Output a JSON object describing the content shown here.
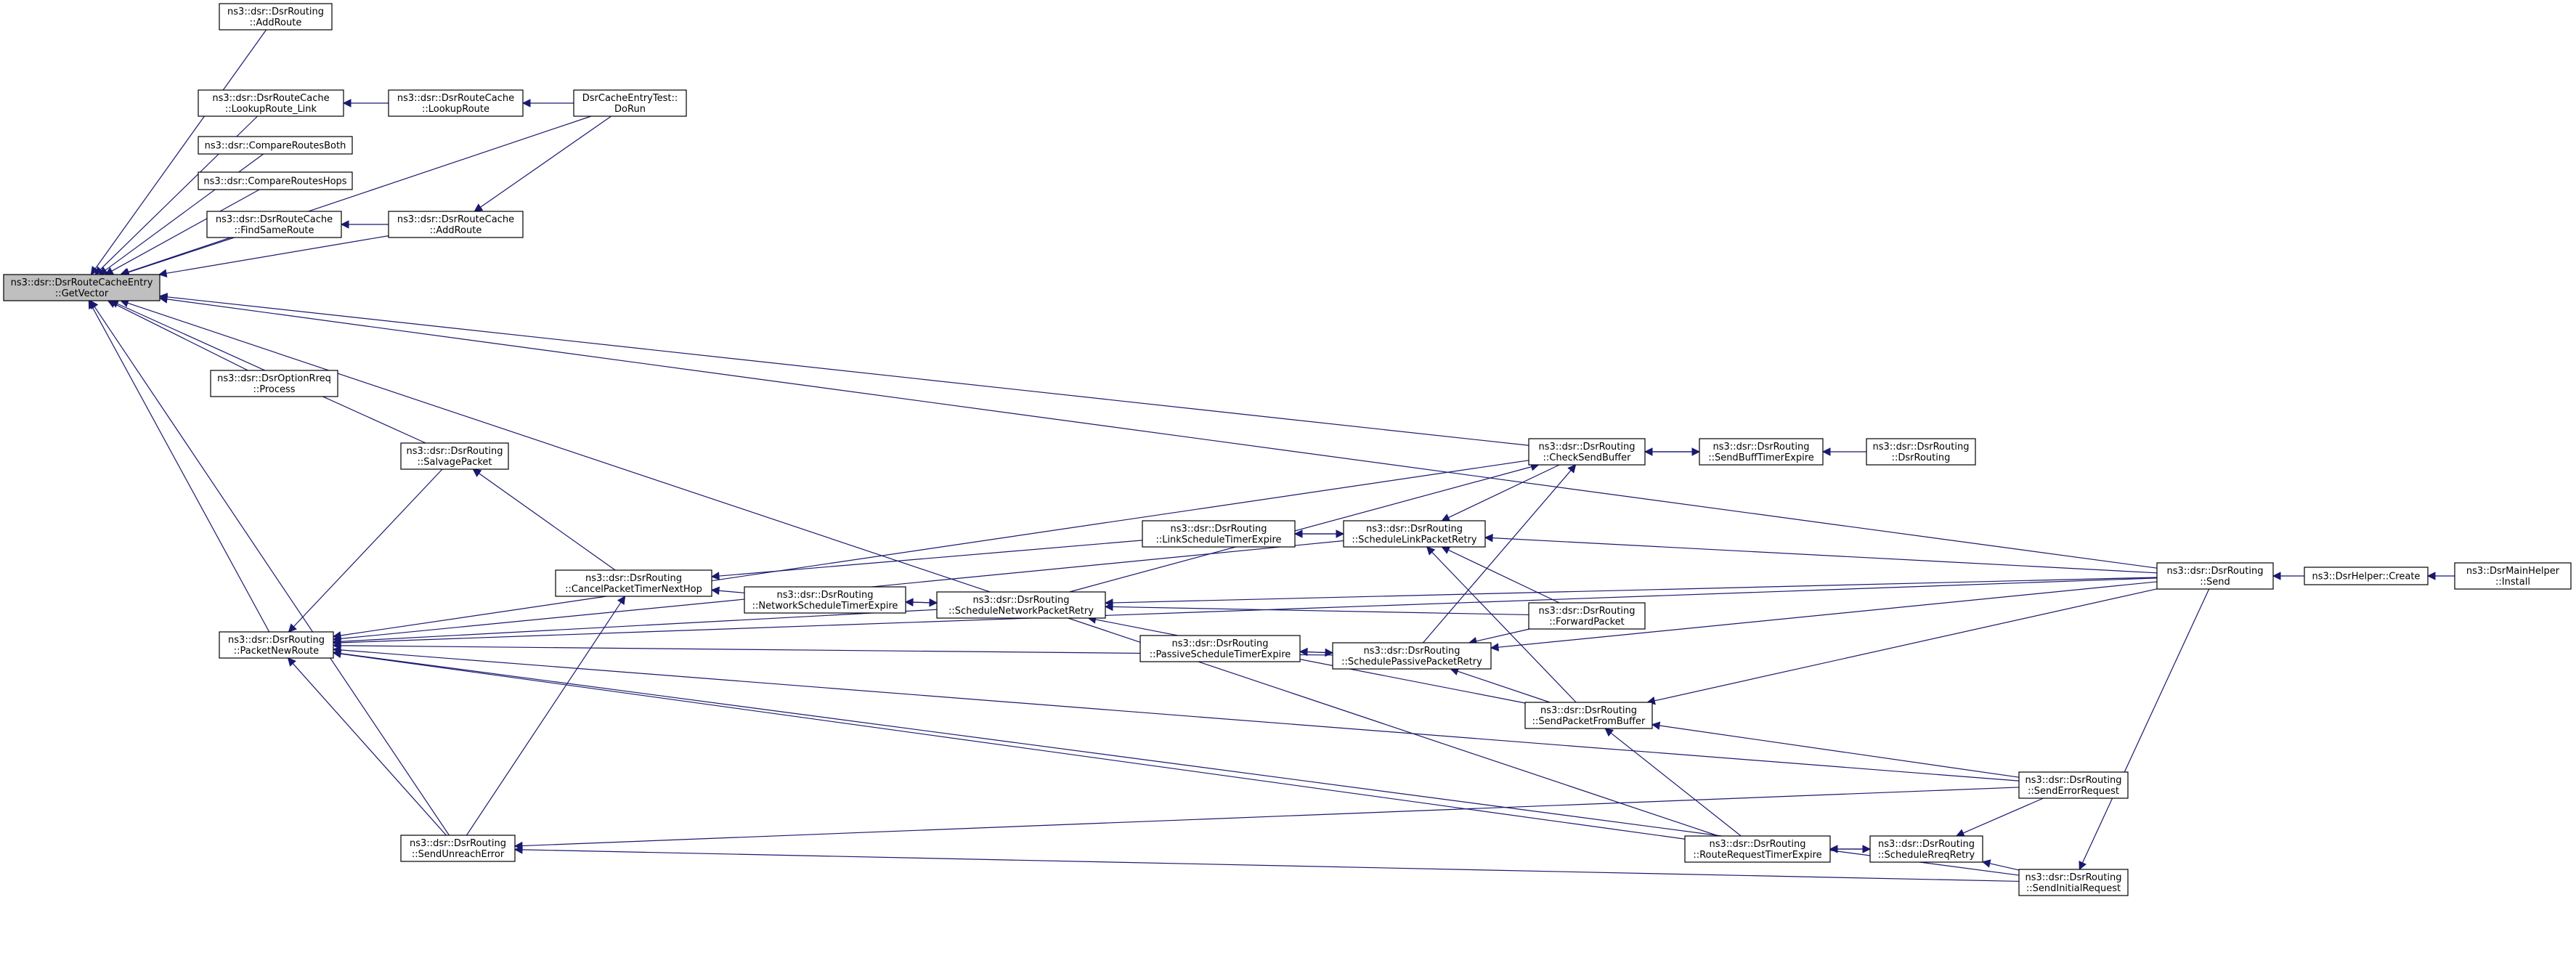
{
  "graph": {
    "colors": {
      "edge": "#191970",
      "node_border": "#000000",
      "node_fill": "#ffffff",
      "root_fill": "#bfbfbf"
    },
    "nodes": [
      {
        "id": "getvector",
        "lines": [
          "ns3::dsr::DsrRouteCacheEntry",
          "::GetVector"
        ],
        "root": true
      },
      {
        "id": "addroute_r",
        "lines": [
          "ns3::dsr::DsrRouting",
          "::AddRoute"
        ]
      },
      {
        "id": "lookuproute_link",
        "lines": [
          "ns3::dsr::DsrRouteCache",
          "::LookupRoute_Link"
        ]
      },
      {
        "id": "comparebooth",
        "lines": [
          "ns3::dsr::CompareRoutesBoth"
        ]
      },
      {
        "id": "comparehops",
        "lines": [
          "ns3::dsr::CompareRoutesHops"
        ]
      },
      {
        "id": "findsameroute",
        "lines": [
          "ns3::dsr::DsrRouteCache",
          "::FindSameRoute"
        ]
      },
      {
        "id": "optionrreq",
        "lines": [
          "ns3::dsr::DsrOptionRreq",
          "::Process"
        ]
      },
      {
        "id": "lookuproute",
        "lines": [
          "ns3::dsr::DsrRouteCache",
          "::LookupRoute"
        ]
      },
      {
        "id": "addroute_c",
        "lines": [
          "ns3::dsr::DsrRouteCache",
          "::AddRoute"
        ]
      },
      {
        "id": "dorun",
        "lines": [
          "DsrCacheEntryTest::",
          "DoRun"
        ]
      },
      {
        "id": "salvage",
        "lines": [
          "ns3::dsr::DsrRouting",
          "::SalvagePacket"
        ]
      },
      {
        "id": "packetnewroute",
        "lines": [
          "ns3::dsr::DsrRouting",
          "::PacketNewRoute"
        ]
      },
      {
        "id": "sendunreach",
        "lines": [
          "ns3::dsr::DsrRouting",
          "::SendUnreachError"
        ]
      },
      {
        "id": "cancelpacket",
        "lines": [
          "ns3::dsr::DsrRouting",
          "::CancelPacketTimerNextHop"
        ]
      },
      {
        "id": "netsched",
        "lines": [
          "ns3::dsr::DsrRouting",
          "::NetworkScheduleTimerExpire"
        ]
      },
      {
        "id": "schednet",
        "lines": [
          "ns3::dsr::DsrRouting",
          "::ScheduleNetworkPacketRetry"
        ]
      },
      {
        "id": "linksched",
        "lines": [
          "ns3::dsr::DsrRouting",
          "::LinkScheduleTimerExpire"
        ]
      },
      {
        "id": "passsched",
        "lines": [
          "ns3::dsr::DsrRouting",
          "::PassiveScheduleTimerExpire"
        ]
      },
      {
        "id": "schedlink",
        "lines": [
          "ns3::dsr::DsrRouting",
          "::ScheduleLinkPacketRetry"
        ]
      },
      {
        "id": "schedpass",
        "lines": [
          "ns3::dsr::DsrRouting",
          "::SchedulePassivePacketRetry"
        ]
      },
      {
        "id": "checksend",
        "lines": [
          "ns3::dsr::DsrRouting",
          "::CheckSendBuffer"
        ]
      },
      {
        "id": "forward",
        "lines": [
          "ns3::dsr::DsrRouting",
          "::ForwardPacket"
        ]
      },
      {
        "id": "sendfrombuf",
        "lines": [
          "ns3::dsr::DsrRouting",
          "::SendPacketFromBuffer"
        ]
      },
      {
        "id": "routereqtimer",
        "lines": [
          "ns3::dsr::DsrRouting",
          "::RouteRequestTimerExpire"
        ]
      },
      {
        "id": "sendbufftimer",
        "lines": [
          "ns3::dsr::DsrRouting",
          "::SendBuffTimerExpire"
        ]
      },
      {
        "id": "dsrrouting",
        "lines": [
          "ns3::dsr::DsrRouting",
          "::DsrRouting"
        ]
      },
      {
        "id": "schedrreq",
        "lines": [
          "ns3::dsr::DsrRouting",
          "::ScheduleRreqRetry"
        ]
      },
      {
        "id": "senderrreq",
        "lines": [
          "ns3::dsr::DsrRouting",
          "::SendErrorRequest"
        ]
      },
      {
        "id": "sendinitreq",
        "lines": [
          "ns3::dsr::DsrRouting",
          "::SendInitialRequest"
        ]
      },
      {
        "id": "send",
        "lines": [
          "ns3::dsr::DsrRouting",
          "::Send"
        ]
      },
      {
        "id": "helpercreate",
        "lines": [
          "ns3::DsrHelper::Create"
        ]
      },
      {
        "id": "mainhelper",
        "lines": [
          "ns3::DsrMainHelper",
          "::Install"
        ]
      }
    ],
    "edges": [
      {
        "from": "addroute_r",
        "to": "getvector"
      },
      {
        "from": "dorun",
        "to": "getvector"
      },
      {
        "from": "lookuproute_link",
        "to": "getvector"
      },
      {
        "from": "comparebooth",
        "to": "getvector"
      },
      {
        "from": "comparehops",
        "to": "getvector"
      },
      {
        "from": "findsameroute",
        "to": "getvector"
      },
      {
        "from": "addroute_c",
        "to": "getvector"
      },
      {
        "from": "send",
        "to": "getvector"
      },
      {
        "from": "checksend",
        "to": "getvector"
      },
      {
        "from": "optionrreq",
        "to": "getvector"
      },
      {
        "from": "salvage",
        "to": "getvector"
      },
      {
        "from": "packetnewroute",
        "to": "getvector"
      },
      {
        "from": "sendunreach",
        "to": "getvector"
      },
      {
        "from": "routereqtimer",
        "to": "getvector"
      },
      {
        "from": "lookuproute",
        "to": "lookuproute_link"
      },
      {
        "from": "dorun",
        "to": "lookuproute"
      },
      {
        "from": "addroute_c",
        "to": "findsameroute"
      },
      {
        "from": "dorun",
        "to": "addroute_c"
      },
      {
        "from": "checksend",
        "to": "packetnewroute"
      },
      {
        "from": "send",
        "to": "packetnewroute"
      },
      {
        "from": "salvage",
        "to": "packetnewroute"
      },
      {
        "from": "schedlink",
        "to": "packetnewroute"
      },
      {
        "from": "schednet",
        "to": "packetnewroute"
      },
      {
        "from": "schedpass",
        "to": "packetnewroute"
      },
      {
        "from": "senderrreq",
        "to": "packetnewroute"
      },
      {
        "from": "routereqtimer",
        "to": "packetnewroute"
      },
      {
        "from": "sendunreach",
        "to": "packetnewroute"
      },
      {
        "from": "sendinitreq",
        "to": "packetnewroute"
      },
      {
        "from": "cancelpacket",
        "to": "salvage"
      },
      {
        "from": "sendunreach",
        "to": "cancelpacket"
      },
      {
        "from": "netsched",
        "to": "cancelpacket"
      },
      {
        "from": "linksched",
        "to": "cancelpacket"
      },
      {
        "from": "schednet",
        "to": "netsched"
      },
      {
        "from": "netsched",
        "to": "schednet"
      },
      {
        "from": "send",
        "to": "schednet"
      },
      {
        "from": "forward",
        "to": "schednet"
      },
      {
        "from": "schedlink",
        "to": "linksched"
      },
      {
        "from": "linksched",
        "to": "schedlink"
      },
      {
        "from": "schedpass",
        "to": "passsched"
      },
      {
        "from": "passsched",
        "to": "schedpass"
      },
      {
        "from": "checksend",
        "to": "schedlink"
      },
      {
        "from": "send",
        "to": "schedlink"
      },
      {
        "from": "forward",
        "to": "schedlink"
      },
      {
        "from": "sendfrombuf",
        "to": "schedlink"
      },
      {
        "from": "schednet",
        "to": "checksend"
      },
      {
        "from": "sendfrombuf",
        "to": "schednet"
      },
      {
        "from": "schedpass",
        "to": "checksend"
      },
      {
        "from": "forward",
        "to": "schedpass"
      },
      {
        "from": "send",
        "to": "schedpass"
      },
      {
        "from": "sendfrombuf",
        "to": "schedpass"
      },
      {
        "from": "sendbufftimer",
        "to": "checksend"
      },
      {
        "from": "checksend",
        "to": "sendbufftimer"
      },
      {
        "from": "dsrrouting",
        "to": "sendbufftimer"
      },
      {
        "from": "send",
        "to": "sendfrombuf"
      },
      {
        "from": "senderrreq",
        "to": "sendfrombuf"
      },
      {
        "from": "routereqtimer",
        "to": "sendfrombuf"
      },
      {
        "from": "schedrreq",
        "to": "routereqtimer"
      },
      {
        "from": "routereqtimer",
        "to": "schedrreq"
      },
      {
        "from": "senderrreq",
        "to": "schedrreq"
      },
      {
        "from": "sendinitreq",
        "to": "schedrreq"
      },
      {
        "from": "senderrreq",
        "to": "sendunreach"
      },
      {
        "from": "sendinitreq",
        "to": "sendunreach"
      },
      {
        "from": "send",
        "to": "sendinitreq"
      },
      {
        "from": "helpercreate",
        "to": "send"
      },
      {
        "from": "mainhelper",
        "to": "helpercreate"
      }
    ]
  }
}
